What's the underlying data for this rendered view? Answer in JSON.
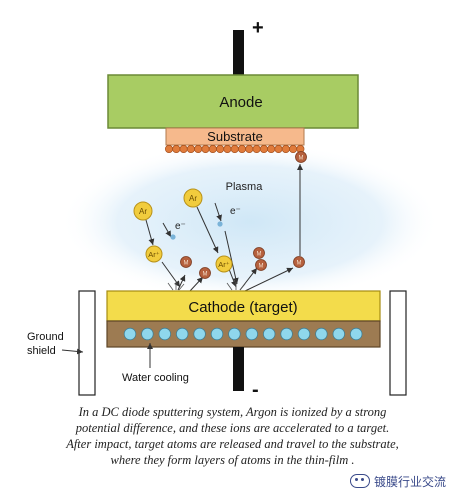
{
  "diagram": {
    "anode": "Anode",
    "substrate": "Substrate",
    "plasma": "Plasma",
    "cathode": "Cathode (target)",
    "ground_shield": [
      "Ground",
      "shield"
    ],
    "water_cooling": "Water cooling",
    "polarity_positive": "+",
    "polarity_negative": "-",
    "ion_label": "Ar",
    "ion_plus_label": "Ar⁺",
    "electron_label": "e⁻",
    "metal_atom_label": "M"
  },
  "caption": [
    "In a DC diode sputtering system, Argon is ionized by a strong",
    "potential difference, and these ions are accelerated to a target.",
    "After impact, target atoms are released and travel to the substrate,",
    "where they form layers of atoms in the thin-film ."
  ],
  "watermark": {
    "text": "镀膜行业交流"
  },
  "colors": {
    "anode": "#a8cc63",
    "substrate": "#f6b98c",
    "substrate_atoms": "#e07b3b",
    "cathode": "#f3dc4b",
    "cooling_base": "#9d7b52",
    "cooling_dots": "#8fd7ec",
    "plasma": "#cde6f6",
    "argon": "#f1cc3d",
    "metal_atom": "#b5603d",
    "electron": "#7ab3d8"
  }
}
